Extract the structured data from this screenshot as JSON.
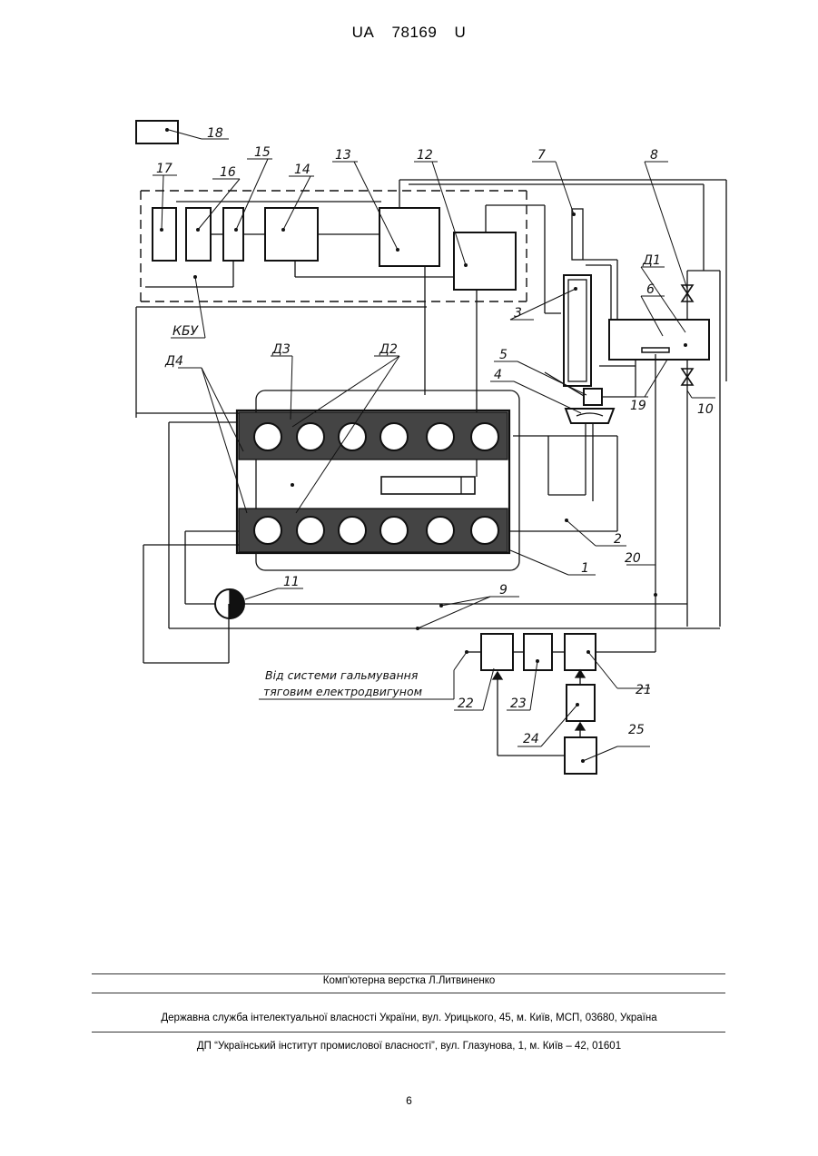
{
  "header": {
    "country": "UA",
    "number": "78169",
    "kind": "U"
  },
  "figure": {
    "labels": {
      "n1": "1",
      "n2": "2",
      "n3": "3",
      "n4": "4",
      "n5": "5",
      "n6": "6",
      "n7": "7",
      "n8": "8",
      "n9": "9",
      "n10": "10",
      "n11": "11",
      "n12": "12",
      "n13": "13",
      "n14": "14",
      "n15": "15",
      "n16": "16",
      "n17": "17",
      "n18": "18",
      "n19": "19",
      "n20": "20",
      "n21": "21",
      "n22": "22",
      "n23": "23",
      "n24": "24",
      "n25": "25",
      "d1": "Д1",
      "d2": "Д2",
      "d3": "Д3",
      "d4": "Д4",
      "kbu": "КБУ"
    },
    "caption_line1": "Від системи гальмування",
    "caption_line2": "тяговим електродвигуном"
  },
  "footer": {
    "layout": "Комп'ютерна верстка Л.Литвиненко",
    "office": "Державна служба інтелектуальної власності України, вул. Урицького, 45, м. Київ, МСП, 03680, Україна",
    "institute": "ДП “Український інститут промислової власності”, вул. Глазунова, 1, м. Київ – 42, 01601"
  },
  "page_number": "6"
}
